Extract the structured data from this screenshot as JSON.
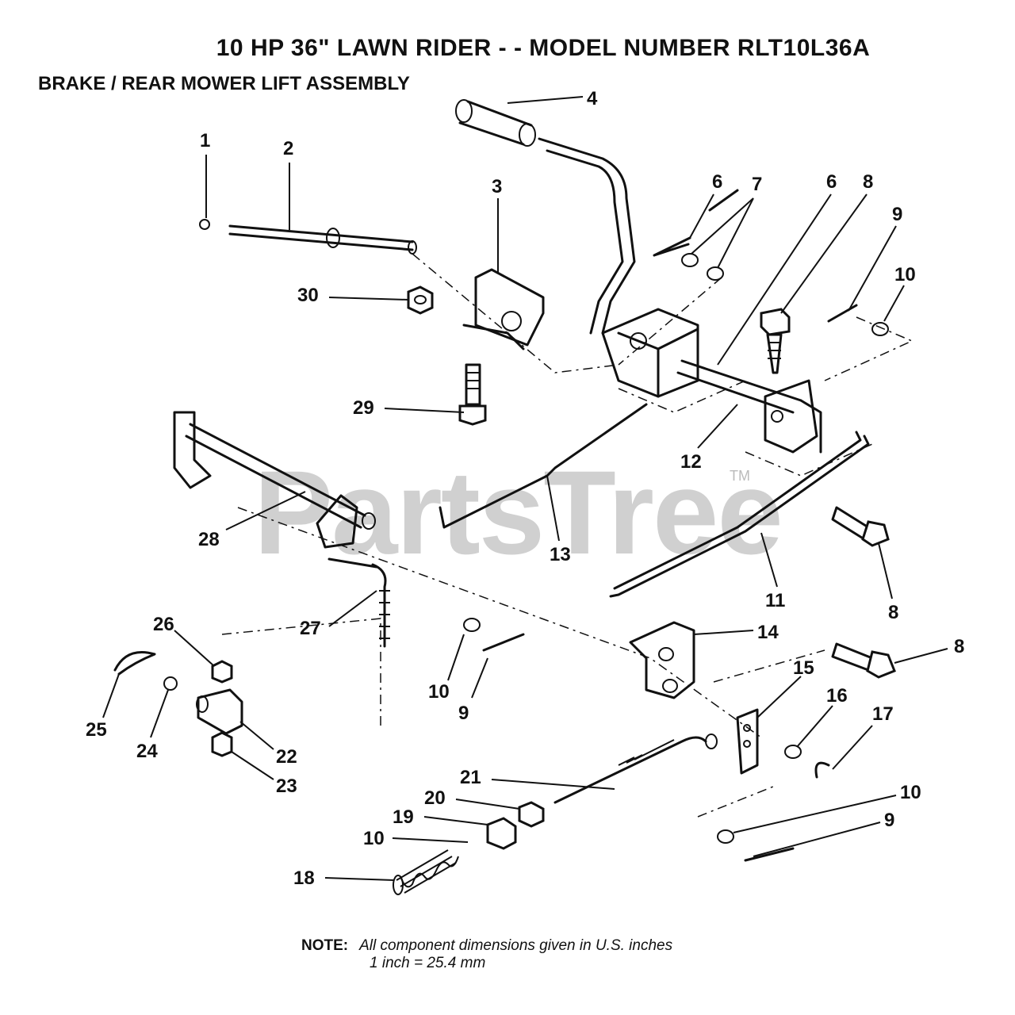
{
  "header": {
    "title": "10 HP 36\" LAWN RIDER - - MODEL NUMBER RLT10L36A",
    "subtitle": "BRAKE / REAR MOWER LIFT ASSEMBLY"
  },
  "watermark": {
    "text": "PartsTree",
    "tm": "TM"
  },
  "note": {
    "label": "NOTE:",
    "line1": "All component dimensions given in U.S. inches",
    "line2": "1 inch = 25.4 mm"
  },
  "callouts": [
    "1",
    "2",
    "3",
    "4",
    "6",
    "7",
    "6",
    "8",
    "9",
    "10",
    "30",
    "29",
    "12",
    "13",
    "28",
    "11",
    "8",
    "27",
    "26",
    "10",
    "9",
    "14",
    "8",
    "15",
    "16",
    "17",
    "25",
    "24",
    "22",
    "23",
    "21",
    "20",
    "19",
    "10",
    "18",
    "10",
    "9"
  ]
}
